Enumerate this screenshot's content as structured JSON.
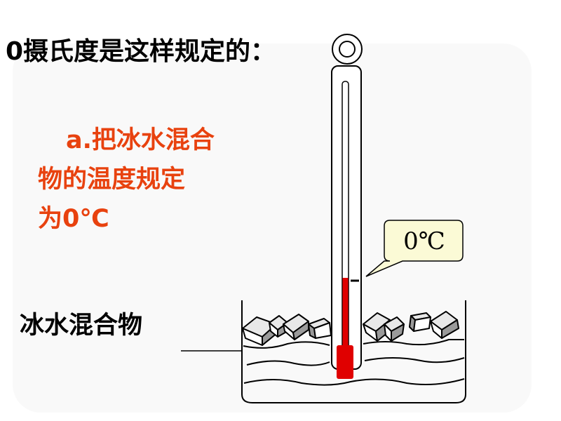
{
  "slide": {
    "title": "0摄氏度是这样规定的：",
    "description_line1": "a.把冰水混合",
    "description_line2": "物的温度规定",
    "description_line3": "为0℃",
    "mixture_label": "冰水混合物",
    "thermometer_reading": "0℃"
  },
  "colors": {
    "description_text": "#e8420f",
    "mercury": "#e00000",
    "callout_fill": "#fbfad6"
  }
}
